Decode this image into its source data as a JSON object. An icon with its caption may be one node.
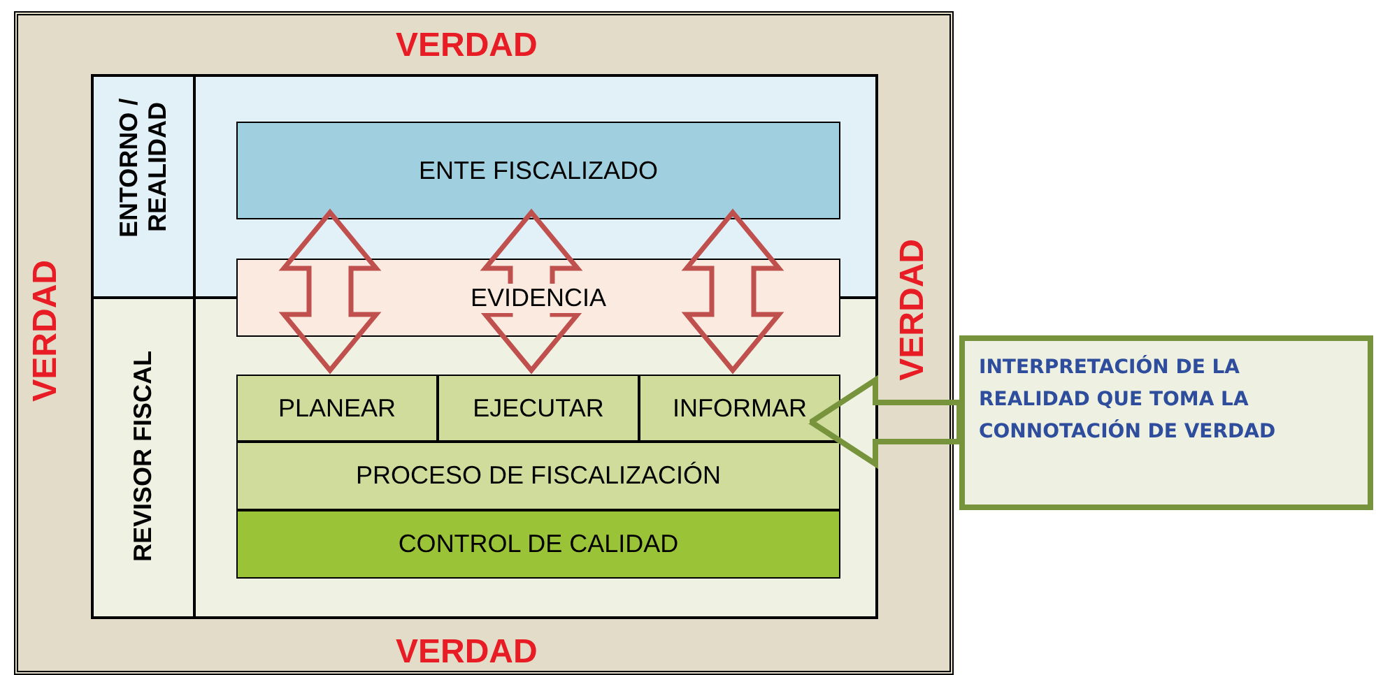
{
  "diagram": {
    "nodes": [
      {
        "text": [
          "VERDAD",
          "VERDAD",
          "VERDAD",
          "VERDAD"
        ]
      },
      {
        "text": [
          "ENTORNO / REALIDAD"
        ],
        "in": 0
      },
      {
        "text": [
          "REVISOR FISCAL"
        ],
        "in": 0
      },
      {
        "text": [
          "ENTE FISCALIZADO"
        ],
        "in": 1
      },
      {
        "text": [
          "EVIDENCIA"
        ],
        "in": 2
      },
      {
        "text": [
          "PLANEAR"
        ],
        "in": 2
      },
      {
        "text": [
          "EJECUTAR"
        ],
        "in": 2
      },
      {
        "text": [
          "INFORMAR"
        ],
        "in": 2
      },
      {
        "text": [
          "PROCESO DE FISCALIZACIÓN"
        ],
        "in": 2
      },
      {
        "text": [
          "CONTROL DE CALIDAD"
        ],
        "in": 2
      },
      {
        "text": [
          "INTERPRETACIÓN DE LA REALIDAD QUE TOMA LA CONNOTACIÓN DE VERDAD"
        ]
      }
    ],
    "edges": [
      {
        "from": 3,
        "to": 5,
        "arrow": "both"
      },
      {
        "from": 3,
        "to": 6,
        "arrow": "both"
      },
      {
        "from": 3,
        "to": 7,
        "arrow": "both"
      },
      {
        "from": 10,
        "to": 7,
        "arrow": "to",
        "color": "#77933c"
      }
    ]
  }
}
